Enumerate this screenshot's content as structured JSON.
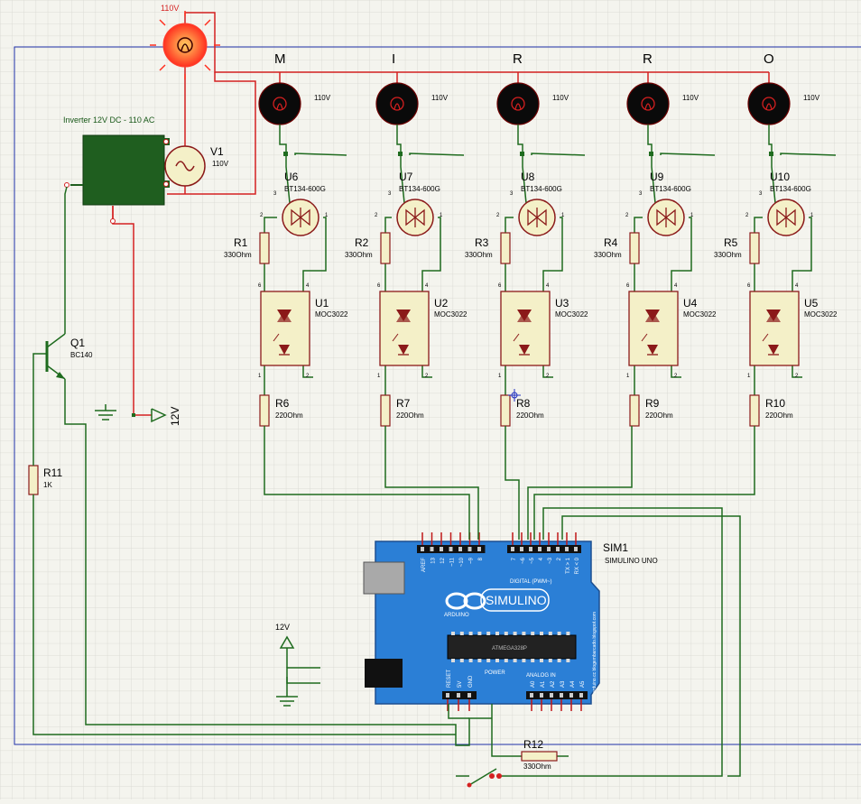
{
  "lamp_top_label": "110V",
  "inverter": {
    "label": "Inverter 12V DC - 110 AC"
  },
  "v1": {
    "ref": "V1",
    "value": "110V"
  },
  "letters": [
    "M",
    "I",
    "R",
    "R",
    "O"
  ],
  "channels": [
    {
      "lamp_value": "110V",
      "triac_ref": "U6",
      "triac_part": "BT134-600G",
      "r_ref": "R1",
      "r_value": "330Ohm",
      "opto_ref": "U1",
      "opto_part": "MOC3022",
      "rb_ref": "R6",
      "rb_value": "220Ohm"
    },
    {
      "lamp_value": "110V",
      "triac_ref": "U7",
      "triac_part": "BT134-600G",
      "r_ref": "R2",
      "r_value": "330Ohm",
      "opto_ref": "U2",
      "opto_part": "MOC3022",
      "rb_ref": "R7",
      "rb_value": "220Ohm"
    },
    {
      "lamp_value": "110V",
      "triac_ref": "U8",
      "triac_part": "BT134-600G",
      "r_ref": "R3",
      "r_value": "330Ohm",
      "opto_ref": "U3",
      "opto_part": "MOC3022",
      "rb_ref": "R8",
      "rb_value": "220Ohm"
    },
    {
      "lamp_value": "110V",
      "triac_ref": "U9",
      "triac_part": "BT134-600G",
      "r_ref": "R4",
      "r_value": "330Ohm",
      "opto_ref": "U4",
      "opto_part": "MOC3022",
      "rb_ref": "R9",
      "rb_value": "220Ohm"
    },
    {
      "lamp_value": "110V",
      "triac_ref": "U10",
      "triac_part": "BT134-600G",
      "r_ref": "R5",
      "r_value": "330Ohm",
      "opto_ref": "U5",
      "opto_part": "MOC3022",
      "rb_ref": "R10",
      "rb_value": "220Ohm"
    }
  ],
  "pin_labels": {
    "gate": "2",
    "mt2": "3",
    "mt1": "1",
    "opto_top_left": "6",
    "opto_top_right": "4",
    "opto_bottom_left": "1",
    "opto_bottom_right": "2"
  },
  "q1": {
    "ref": "Q1",
    "part": "BC140"
  },
  "r11": {
    "ref": "R11",
    "value": "1K"
  },
  "supply_label": "12V",
  "arduino_supply_label": "12V",
  "sim1": {
    "ref": "SIM1",
    "part": "SIMULINO UNO"
  },
  "r12": {
    "ref": "R12",
    "value": "330Ohm"
  },
  "board": {
    "brand": "SIMULINO",
    "arduino_text": "ARDUINO",
    "digital_label": "DIGITAL (PWM~)",
    "power_label": "POWER",
    "analog_label": "ANALOG IN",
    "chip_text": "ATMEGA328P",
    "side_text": "arduino.cc blogembarcado.blogspot.com",
    "top_pins_left": [
      "AREF",
      "13",
      "12",
      "~11",
      "~10",
      "~9",
      "8"
    ],
    "top_pins_right": [
      "7",
      "~6",
      "~5",
      "4",
      "~3",
      "2",
      "TX > 1",
      "RX < 0"
    ],
    "power_pins": [
      "RESET",
      "5V",
      "GND"
    ],
    "analog_pins": [
      "A0",
      "A1",
      "A2",
      "A3",
      "A4",
      "A5"
    ]
  },
  "colors": {
    "background": "#f4f4ee",
    "grid": "#d6d6d0",
    "wire": "#1e6b1e",
    "power_wire": "#d42020",
    "part_outline": "#8b1a1a",
    "board": "#2b7fd6",
    "frame": "#1e2fa8"
  }
}
